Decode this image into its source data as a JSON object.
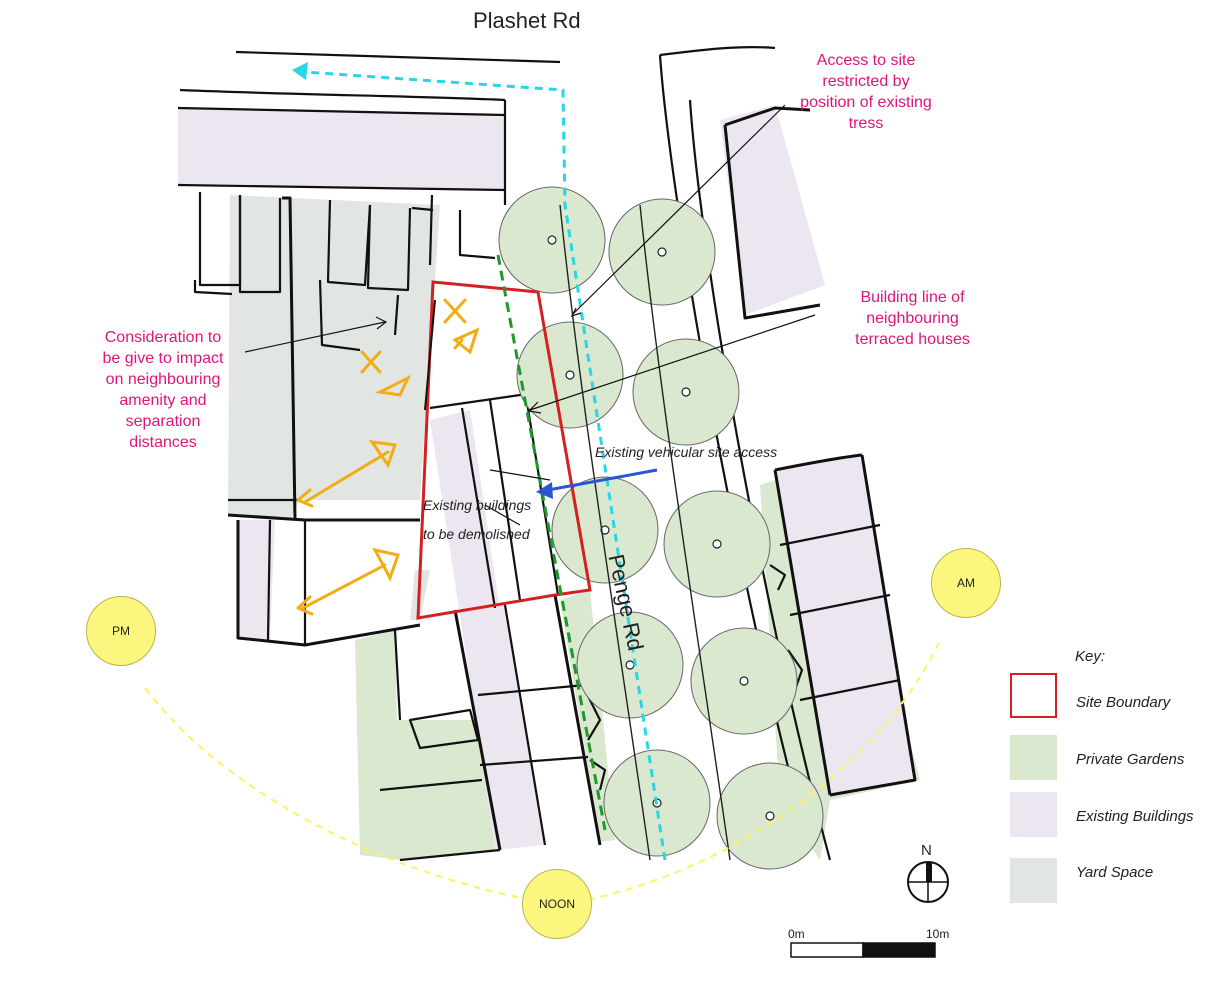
{
  "roads": {
    "plashet": "Plashet Rd",
    "penge": "Penge Rd"
  },
  "annotations": {
    "access_restricted": [
      "Access to site",
      "restricted by",
      "position of existing",
      "tress"
    ],
    "building_line": [
      "Building line of",
      "neighbouring",
      "terraced houses"
    ],
    "consideration": [
      "Consideration to",
      "be give to impact",
      "on neighbouring",
      "amenity and",
      "separation",
      "distances"
    ],
    "vehicular_access": "Existing vehicular site access",
    "demolish_line1": "Existing buildings",
    "demolish_line2": "to be demolished"
  },
  "sun_positions": {
    "am": "AM",
    "pm": "PM",
    "noon": "NOON"
  },
  "key": {
    "title": "Key:",
    "items": [
      {
        "label": "Site Boundary",
        "color": "#d42020"
      },
      {
        "label": "Private Gardens",
        "color": "#dbe8d0"
      },
      {
        "label": "Existing Buildings",
        "color": "#ebe6f0"
      },
      {
        "label": "Yard Space",
        "color": "#e2e6e3"
      }
    ]
  },
  "scale_bar": {
    "start": "0m",
    "end": "10m"
  },
  "north": "N",
  "colors": {
    "site_boundary": "#d42020",
    "annotation": "#e0157a",
    "access_route": "#27d7e6",
    "building_line": "#1e9a2a",
    "vehicle_arrow": "#2a55d4",
    "sun": "#fbf77e",
    "orange_markup": "#f2ad14",
    "garden": "#dbe8d0",
    "building": "#ebe6f0",
    "yard": "#e2e6e3"
  }
}
